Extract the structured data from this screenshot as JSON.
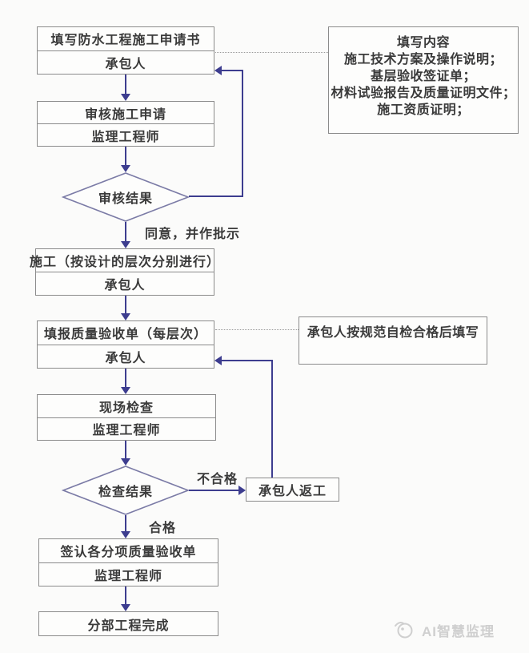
{
  "palette": {
    "bg": "#fbfbfa",
    "box_bg": "#fdfdfc",
    "box_border": "#8b8b8b",
    "diamond_border": "#7b7ba6",
    "arrow": "#3d3d8f",
    "dotted": "#9a9a9a",
    "text": "#3a3a3a",
    "watermark": "#cfcfcf"
  },
  "nodes": {
    "apply": {
      "title": "填写防水工程施工申请书",
      "actor": "承包人"
    },
    "review": {
      "title": "审核施工申请",
      "actor": "监理工程师"
    },
    "review_result": {
      "label": "审核结果"
    },
    "construct": {
      "title": "施工（按设计的层次分别进行）",
      "actor": "承包人"
    },
    "fill_form": {
      "title": "填报质量验收单（每层次）",
      "actor": "承包人"
    },
    "site_check": {
      "title": "现场检查",
      "actor": "监理工程师"
    },
    "check_result": {
      "label": "检查结果"
    },
    "rework": {
      "label": "承包人返工"
    },
    "sign": {
      "title": "签认各分项质量验收单",
      "actor": "监理工程师"
    },
    "done": {
      "label": "分部工程完成"
    },
    "note_fill_content": {
      "lines": [
        "填写内容",
        "施工技术方案及操作说明；",
        "基层验收签证单；",
        "材料试验报告及质量证明文件；",
        "施工资质证明；"
      ]
    },
    "note_self_check": {
      "text": "承包人按规范自检合格后填写"
    }
  },
  "edges": {
    "approve_label": "同意，并作批示",
    "fail_label": "不合格",
    "pass_label": "合格"
  },
  "watermark": {
    "text": "AI智慧监理"
  }
}
